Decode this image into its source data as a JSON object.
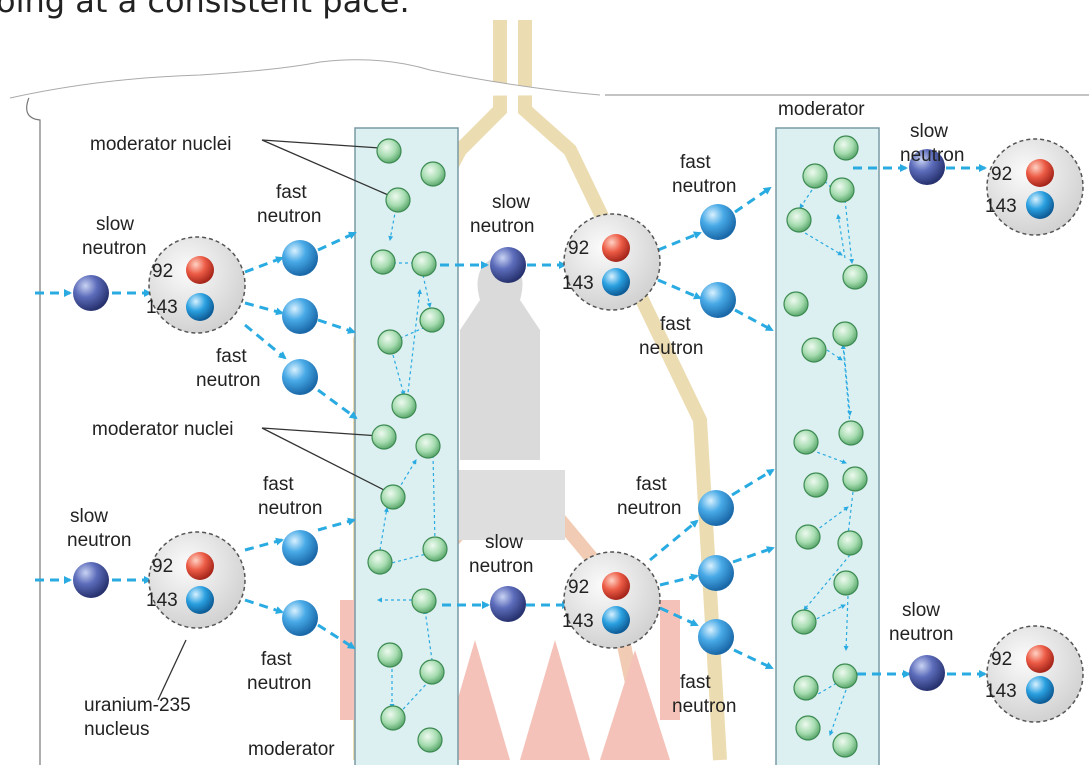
{
  "top_caption": "oing at a consistent pace.",
  "labels": {
    "moderator_nuclei": "moderator nuclei",
    "fast_neutron_1": "fast",
    "fast_neutron_2": "neutron",
    "slow_neutron_1": "slow",
    "slow_neutron_2": "neutron",
    "moderator": "moderator",
    "uranium_1": "uranium-235",
    "uranium_2": "nucleus",
    "protons": "92",
    "neutrons": "143"
  },
  "colors": {
    "arrow": "#29abe2",
    "moderator_fill": "#dceff1",
    "moderator_border": "#7a9aa4",
    "slow_neutron": "#3d4a9c",
    "fast_neutron": "#2f8fd4",
    "moderator_nucleus": "#7dc78a",
    "proton": "#e5463a",
    "neutron": "#1f8fd0",
    "nucleus_bg": "#d9d9d9",
    "watermark_gray": "#cfcfcf",
    "watermark_gold": "#e7d29a",
    "watermark_red": "#f1b3a8"
  }
}
